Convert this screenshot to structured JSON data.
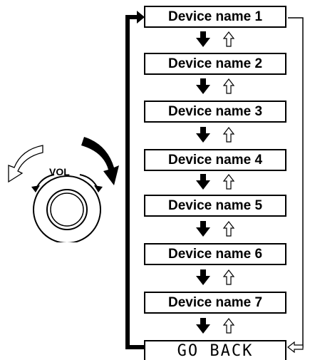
{
  "menu": {
    "items": [
      {
        "label": "Device name 1"
      },
      {
        "label": "Device name 2"
      },
      {
        "label": "Device name 3"
      },
      {
        "label": "Device name 4"
      },
      {
        "label": "Device name 5"
      },
      {
        "label": "Device name 6"
      },
      {
        "label": "Device name 7"
      }
    ],
    "back_label": "GO BACK"
  },
  "knob": {
    "label": "VOL",
    "icon": "volume-knob-icon"
  },
  "icons": {
    "down": "solid-down-arrow-icon",
    "up": "outline-up-arrow-icon",
    "left": "outline-left-arrow-icon"
  }
}
